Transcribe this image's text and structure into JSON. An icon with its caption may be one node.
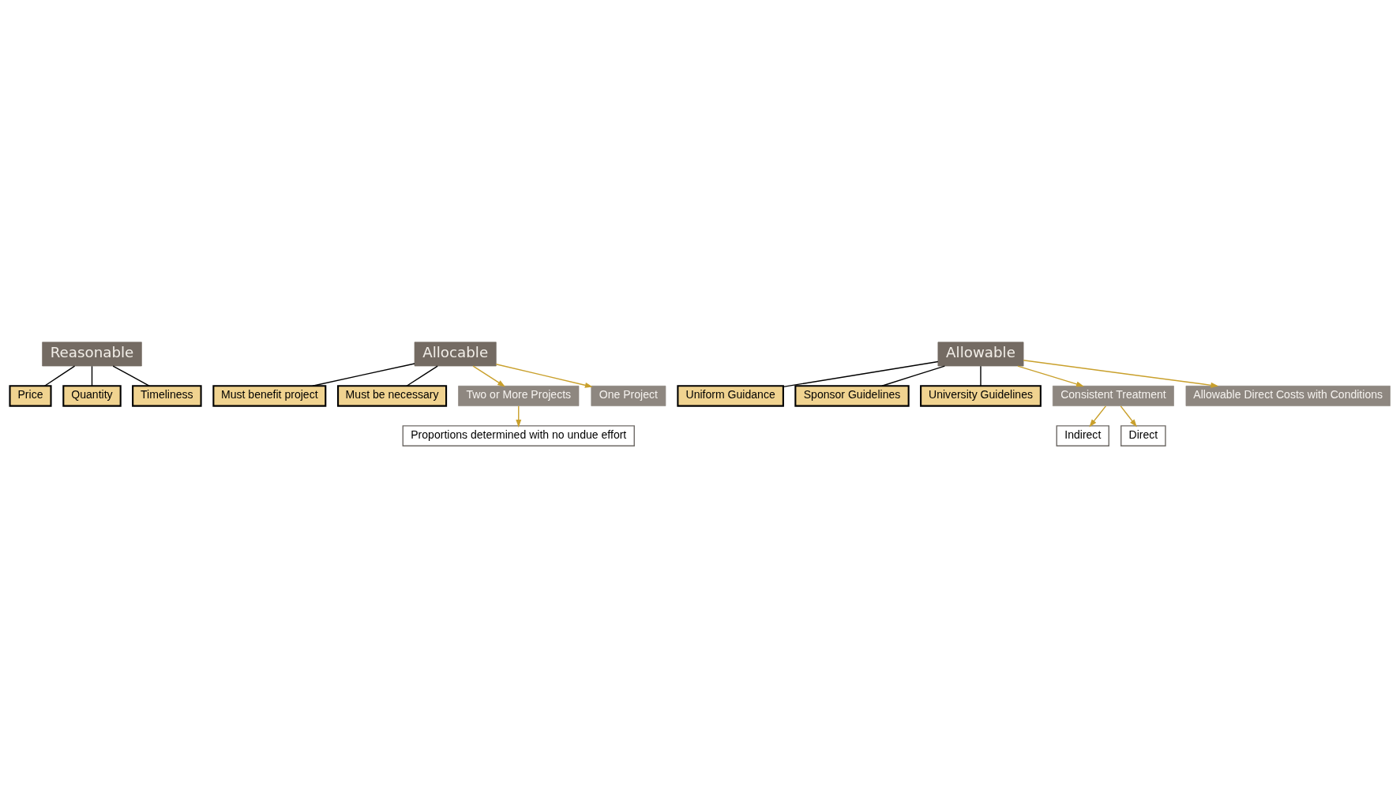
{
  "diagram": {
    "nodes": [
      {
        "text": [
          "Reasonable"
        ]
      },
      {
        "text": [
          "Price"
        ]
      },
      {
        "text": [
          "Quantity"
        ]
      },
      {
        "text": [
          "Timeliness"
        ]
      },
      {
        "text": [
          "Allocable"
        ]
      },
      {
        "text": [
          "Must benefit project"
        ]
      },
      {
        "text": [
          "Must be necessary"
        ]
      },
      {
        "text": [
          "Allowable"
        ]
      },
      {
        "text": [
          "Uniform Guidance"
        ]
      },
      {
        "text": [
          "Sponsor Guidelines"
        ]
      },
      {
        "text": [
          "University Guidelines"
        ]
      },
      {
        "text": [
          "Two or More Projects"
        ]
      },
      {
        "text": [
          "One Project"
        ]
      },
      {
        "text": [
          "Consistent Treatment"
        ]
      },
      {
        "text": [
          "Allowable Direct Costs with Conditions"
        ]
      },
      {
        "text": [
          "Proportions determined with no undue effort"
        ]
      },
      {
        "text": [
          "Indirect"
        ]
      },
      {
        "text": [
          "Direct"
        ]
      }
    ],
    "edges": [
      {
        "from": 0,
        "to": 1,
        "arrow": "none"
      },
      {
        "from": 0,
        "to": 2,
        "arrow": "none"
      },
      {
        "from": 0,
        "to": 3,
        "arrow": "none"
      },
      {
        "from": 4,
        "to": 5,
        "arrow": "none"
      },
      {
        "from": 4,
        "to": 6,
        "arrow": "none"
      },
      {
        "from": 7,
        "to": 8,
        "arrow": "none"
      },
      {
        "from": 7,
        "to": 9,
        "arrow": "none"
      },
      {
        "from": 7,
        "to": 10,
        "arrow": "none"
      },
      {
        "from": 4,
        "to": 11,
        "arrow": "to",
        "color": "#c9a02c"
      },
      {
        "from": 4,
        "to": 12,
        "arrow": "to",
        "color": "#c9a02c"
      },
      {
        "from": 11,
        "to": 15,
        "arrow": "to",
        "color": "#c9a02c"
      },
      {
        "from": 7,
        "to": 13,
        "arrow": "to",
        "color": "#c9a02c"
      },
      {
        "from": 7,
        "to": 14,
        "arrow": "to",
        "color": "#c9a02c"
      },
      {
        "from": 13,
        "to": 16,
        "arrow": "to",
        "color": "#c9a02c"
      },
      {
        "from": 13,
        "to": 17,
        "arrow": "to",
        "color": "#c9a02c"
      }
    ]
  }
}
